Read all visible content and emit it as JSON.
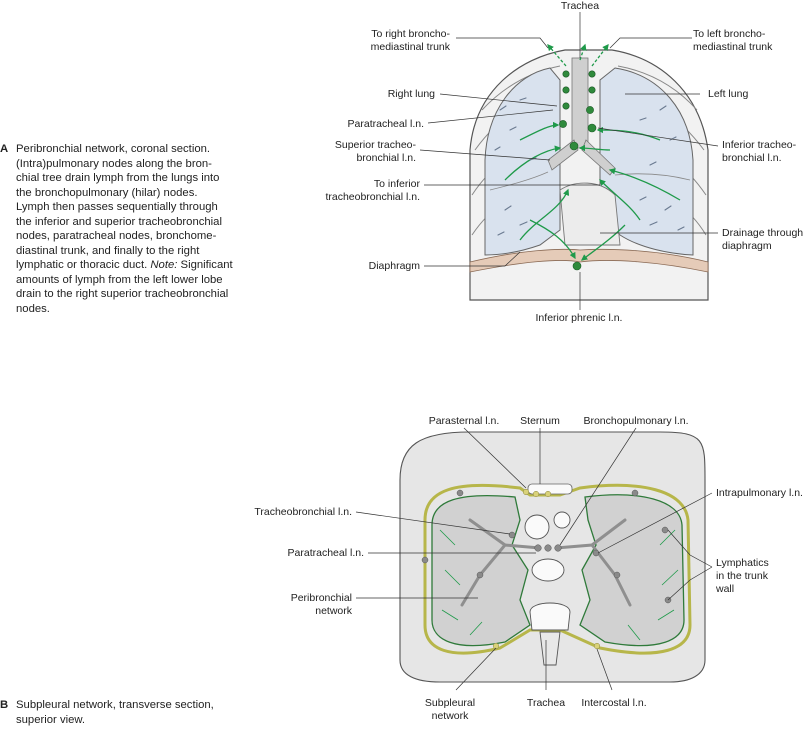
{
  "panel_a": {
    "letter": "A",
    "caption_lines": [
      "Peribronchial network, coronal section.",
      "(Intra)pulmonary nodes along the bron-",
      "chial tree drain lymph from the lungs into",
      "the bronchopulmonary (hilar) nodes.",
      "Lymph then passes sequentially through",
      "the inferior and superior tracheobronchial",
      "nodes, paratracheal nodes, bronchome-",
      "diastinal trunk, and finally to the right",
      "lymphatic or thoracic duct.",
      "amounts of lymph from the left lower lobe",
      "drain to the right superior tracheobronchial",
      "nodes."
    ],
    "note_label": "Note:",
    "note_tail": "Significant",
    "labels": {
      "trachea": "Trachea",
      "right_trunk_1": "To right broncho-",
      "right_trunk_2": "mediastinal trunk",
      "left_trunk_1": "To left broncho-",
      "left_trunk_2": "mediastinal trunk",
      "right_lung": "Right lung",
      "left_lung": "Left lung",
      "paratracheal": "Paratracheal l.n.",
      "superior_1": "Superior tracheo-",
      "superior_2": "bronchial l.n.",
      "inferior_right_1": "Inferior tracheo-",
      "inferior_right_2": "bronchial l.n.",
      "to_inferior_1": "To inferior",
      "to_inferior_2": "tracheobronchial l.n.",
      "drainage_1": "Drainage through",
      "drainage_2": "diaphragm",
      "diaphragm": "Diaphragm",
      "inferior_phrenic": "Inferior phrenic l.n."
    }
  },
  "panel_b": {
    "letter": "B",
    "caption_lines": [
      "Subpleural network, transverse section,",
      "superior view."
    ],
    "labels": {
      "parasternal": "Parasternal l.n.",
      "sternum": "Sternum",
      "bronchopulmonary": "Bronchopulmonary l.n.",
      "intrapulmonary": "Intrapulmonary l.n.",
      "tracheobronchial": "Tracheobronchial l.n.",
      "paratracheal": "Paratracheal l.n.",
      "lymphatics_1": "Lymphatics",
      "lymphatics_2": "in the trunk",
      "lymphatics_3": "wall",
      "peribronchial_1": "Peribronchial",
      "peribronchial_2": "network",
      "subpleural_1": "Subpleural",
      "subpleural_2": "network",
      "trachea": "Trachea",
      "intercostal": "Intercostal l.n."
    }
  },
  "colors": {
    "lung_fill": "#d9e2ee",
    "lymph_green": "#1f9a4a",
    "node_green": "#2f8a3c",
    "node_gray": "#8a8a8a",
    "tissue_gray": "#c8c8c8",
    "yellow_node": "#d9d27a"
  }
}
